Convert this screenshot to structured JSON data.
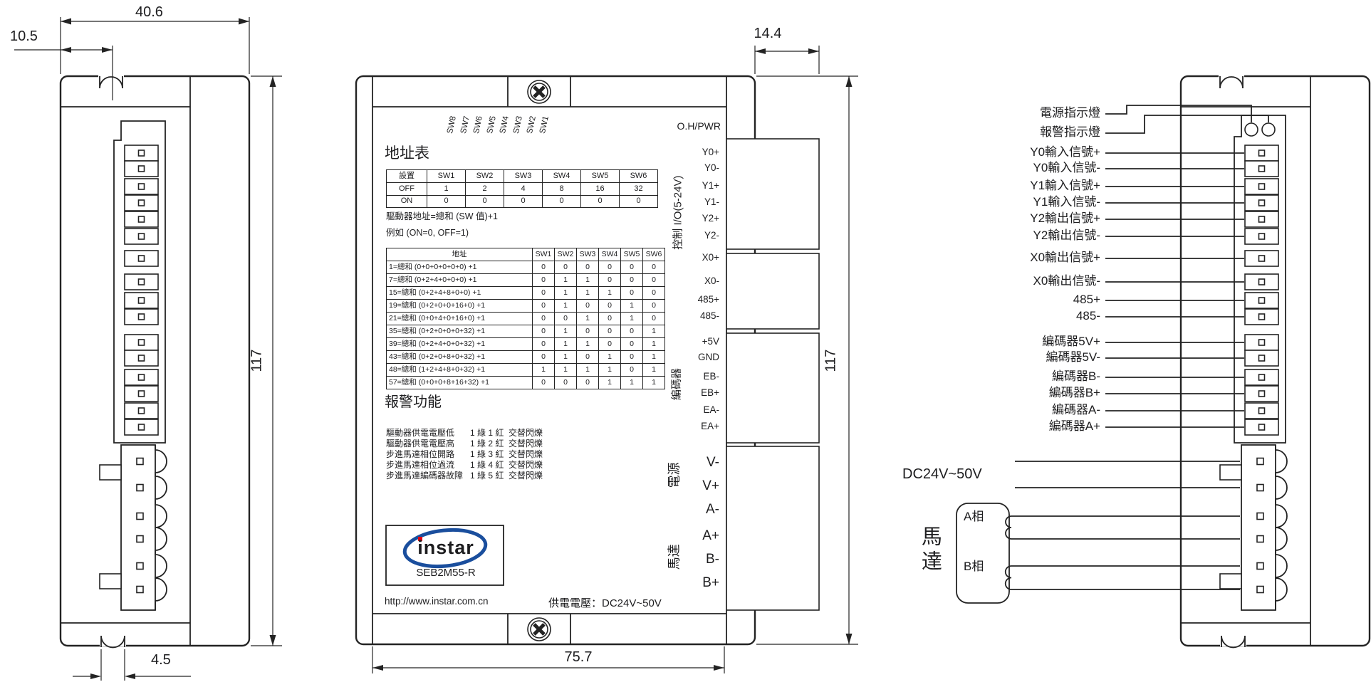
{
  "dims": {
    "width_top": "40.6",
    "notch_offset": "10.5",
    "height_left": "117",
    "slot_width": "4.5",
    "terminal_depth": "14.4",
    "height_front": "117",
    "width_front": "75.7"
  },
  "front_panel": {
    "indicator": "O.H/PWR",
    "dip_switch_labels": [
      "SW8",
      "SW7",
      "SW6",
      "SW5",
      "SW4",
      "SW3",
      "SW2",
      "SW1"
    ],
    "address_table_title": "地址表",
    "sw_value_table": {
      "headers": [
        "設置",
        "SW1",
        "SW2",
        "SW3",
        "SW4",
        "SW5",
        "SW6"
      ],
      "rows": [
        [
          "OFF",
          "1",
          "2",
          "4",
          "8",
          "16",
          "32"
        ],
        [
          "ON",
          "0",
          "0",
          "0",
          "0",
          "0",
          "0"
        ]
      ]
    },
    "address_formula": "驅動器地址=總和 (SW 值)+1",
    "address_example": "例如 (ON=0, OFF=1)",
    "address_table": {
      "headers": [
        "地址",
        "SW1",
        "SW2",
        "SW3",
        "SW4",
        "SW5",
        "SW6"
      ],
      "rows": [
        [
          "1=總和 (0+0+0+0+0+0) +1",
          "0",
          "0",
          "0",
          "0",
          "0",
          "0"
        ],
        [
          "7=總和 (0+2+4+0+0+0) +1",
          "0",
          "1",
          "1",
          "0",
          "0",
          "0"
        ],
        [
          "15=總和 (0+2+4+8+0+0) +1",
          "0",
          "1",
          "1",
          "1",
          "0",
          "0"
        ],
        [
          "19=總和 (0+2+0+0+16+0) +1",
          "0",
          "1",
          "0",
          "0",
          "1",
          "0"
        ],
        [
          "21=總和 (0+0+4+0+16+0) +1",
          "0",
          "0",
          "1",
          "0",
          "1",
          "0"
        ],
        [
          "35=總和 (0+2+0+0+0+32) +1",
          "0",
          "1",
          "0",
          "0",
          "0",
          "1"
        ],
        [
          "39=總和 (0+2+4+0+0+32) +1",
          "0",
          "1",
          "1",
          "0",
          "0",
          "1"
        ],
        [
          "43=總和 (0+2+0+8+0+32) +1",
          "0",
          "1",
          "0",
          "1",
          "0",
          "1"
        ],
        [
          "48=總和 (1+2+4+8+0+32) +1",
          "1",
          "1",
          "1",
          "1",
          "0",
          "1"
        ],
        [
          "57=總和 (0+0+0+8+16+32) +1",
          "0",
          "0",
          "0",
          "1",
          "1",
          "1"
        ]
      ]
    },
    "alarm_title": "報警功能",
    "alarms": [
      {
        "name": "驅動器供電電壓低",
        "blink": "1 綠 1 紅  交替閃爍"
      },
      {
        "name": "驅動器供電電壓高",
        "blink": "1 綠 2 紅  交替閃爍"
      },
      {
        "name": "步進馬達相位開路",
        "blink": "1 綠 3 紅  交替閃爍"
      },
      {
        "name": "步進馬達相位過流",
        "blink": "1 綠 4 紅  交替閃爍"
      },
      {
        "name": "步進馬達編碼器故障",
        "blink": "1 綠 5 紅  交替閃爍"
      }
    ],
    "logo": {
      "brand": "instar",
      "model": "SEB2M55-R"
    },
    "website": "http://www.instar.com.cn",
    "supply_voltage": "供電電壓：DC24V~50V",
    "io_terminals": [
      "Y0+",
      "Y0-",
      "Y1+",
      "Y1-",
      "Y2+",
      "Y2-"
    ],
    "comm_terminals": [
      "X0+",
      "X0-",
      "485+",
      "485-"
    ],
    "encoder_terminals": [
      "+5V",
      "GND",
      "EB-",
      "EB+",
      "EA-",
      "EA+"
    ],
    "power_terminals": [
      "V-",
      "V+",
      "A-",
      "A+",
      "B-",
      "B+"
    ],
    "group_labels": {
      "io": "控制 I/O(5-24V)",
      "encoder": "編碼器",
      "power": "電源",
      "motor": "馬達"
    }
  },
  "wiring": {
    "indicator_labels": [
      "電源指示燈",
      "報警指示燈"
    ],
    "io_labels": [
      "Y0輸入信號+",
      "Y0輸入信號-",
      "Y1輸入信號+",
      "Y1輸入信號-",
      "Y2輸出信號+",
      "Y2輸出信號-"
    ],
    "comm_labels": [
      "X0輸出信號+",
      "X0輸出信號-",
      "485+",
      "485-"
    ],
    "encoder_labels": [
      "編碼器5V+",
      "編碼器5V-",
      "編碼器B-",
      "編碼器B+",
      "編碼器A-",
      "編碼器A+"
    ],
    "supply_label": "DC24V~50V",
    "motor_label": "馬達",
    "phase_labels": [
      "A相",
      "B相"
    ]
  },
  "colors": {
    "line": "#232323",
    "logo_blue": "#1a4e9d",
    "logo_red": "#e60012"
  }
}
